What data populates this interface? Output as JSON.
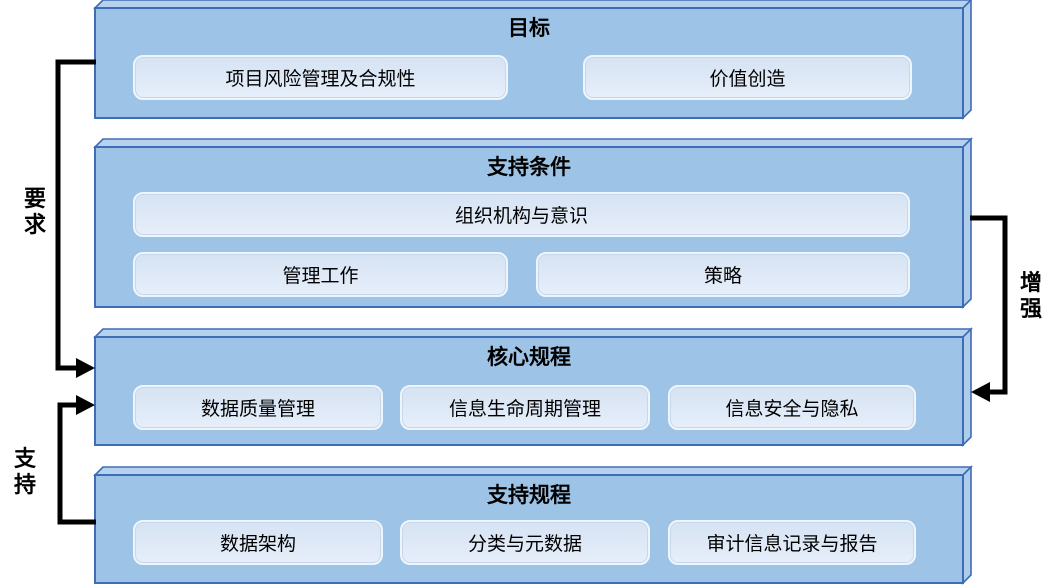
{
  "diagram": {
    "blocks": [
      {
        "title": "目标",
        "items": [
          "项目风险管理及合规性",
          "价值创造"
        ]
      },
      {
        "title": "支持条件",
        "items": [
          "组织机构与意识",
          "管理工作",
          "策略"
        ]
      },
      {
        "title": "核心规程",
        "items": [
          "数据质量管理",
          "信息生命周期管理",
          "信息安全与隐私"
        ]
      },
      {
        "title": "支持规程",
        "items": [
          "数据架构",
          "分类与元数据",
          "审计信息记录与报告"
        ]
      }
    ],
    "connectors": [
      {
        "label": "要求",
        "from": "目标",
        "to": "核心规程",
        "side": "left"
      },
      {
        "label": "支持",
        "from": "支持规程",
        "to": "核心规程",
        "side": "left"
      },
      {
        "label": "增强",
        "from": "支持条件",
        "to": "核心规程",
        "side": "right"
      }
    ],
    "colors": {
      "block_fill": "#9DC3E6",
      "block_top_fill": "#B6D1EE",
      "block_side_fill": "#AFCDEB",
      "block_border": "#3E6DB5",
      "item_fill": "#DCE8F6",
      "item_border": "#EFF5FC",
      "arrow": "#000000",
      "text": "#000000"
    }
  }
}
